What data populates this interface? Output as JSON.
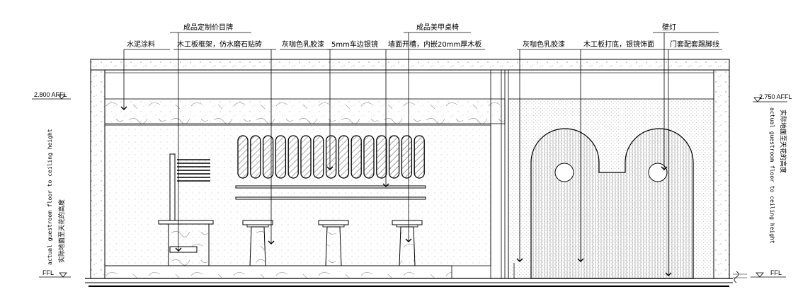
{
  "labels": {
    "top1": "成品定制价目牌",
    "top2": "成品美甲桌椅",
    "top3": "壁灯",
    "cement": "水泥涂料",
    "wood_frame": "木工板框架，仿水磨石贴砖",
    "gray_paint_left": "灰咖色乳胶漆",
    "mirror_5mm": "5mm车边银镜",
    "wall_slot": "墙面开槽，内嵌20mm厚木板",
    "gray_paint_right": "灰咖色乳胶漆",
    "wood_base": "木工板打底，银镜饰面",
    "door_trim": "门套配套踢脚线"
  },
  "levels": {
    "left_ceiling": "2.800 AFFL",
    "right_ceiling": "2.750 AFFL",
    "left_floor": "FFL",
    "right_floor": "FFL"
  },
  "side_notes": {
    "left_en": "actual guestroom floor to ceiling height",
    "left_cn": "实际地面至天花的高度",
    "right_en": "actual guestroom floor to ceiling height",
    "right_cn": "实际地面至天花的高度"
  }
}
